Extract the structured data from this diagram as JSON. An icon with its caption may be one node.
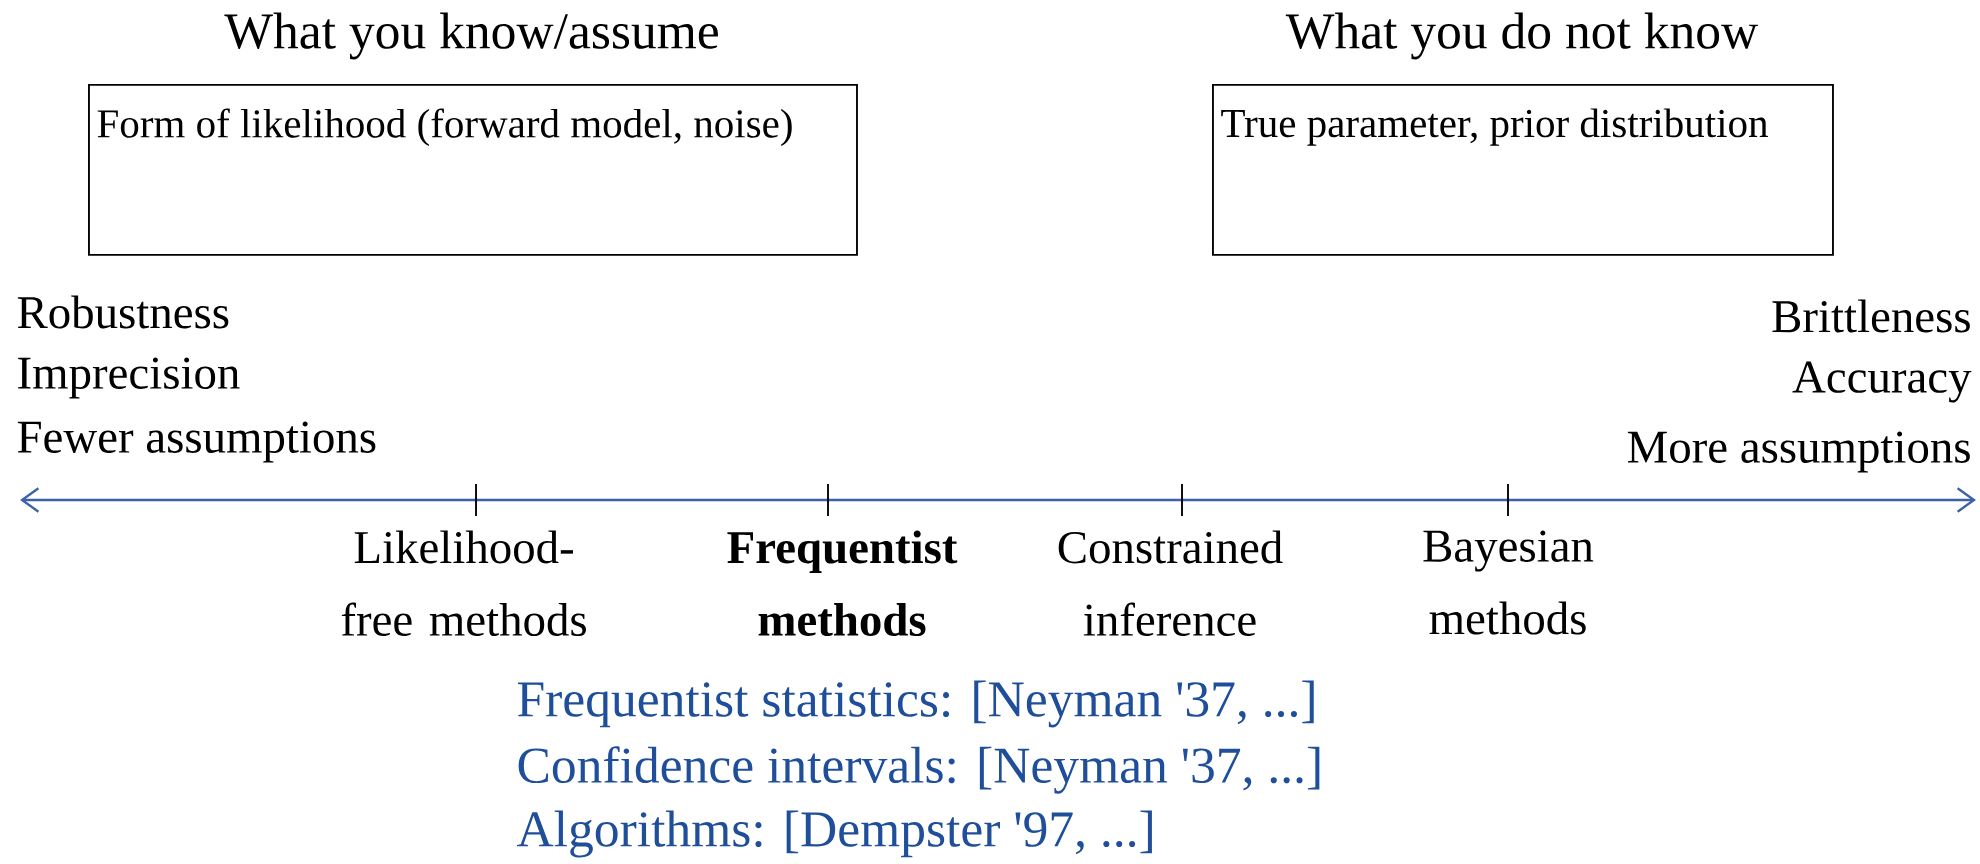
{
  "diagram": {
    "nodes": [
      {
        "text": [
          "What you know/assume",
          "Form of likelihood (forward model, noise)"
        ]
      },
      {
        "text": [
          "What you do not know",
          "True parameter, prior distribution"
        ]
      }
    ],
    "labels": [
      "Robustness",
      "Brittleness",
      "Imprecision",
      "Accuracy",
      "Fewer assumptions",
      "More assumptions",
      "Likelihood-free methods",
      "Frequentist methods",
      "Constrained inference",
      "Bayesian methods",
      "Frequentist statistics: [Neyman '37, ...]",
      "Confidence intervals: [Neyman '37, ...]",
      "Algorithms: [Dempster '97, ...]"
    ]
  }
}
